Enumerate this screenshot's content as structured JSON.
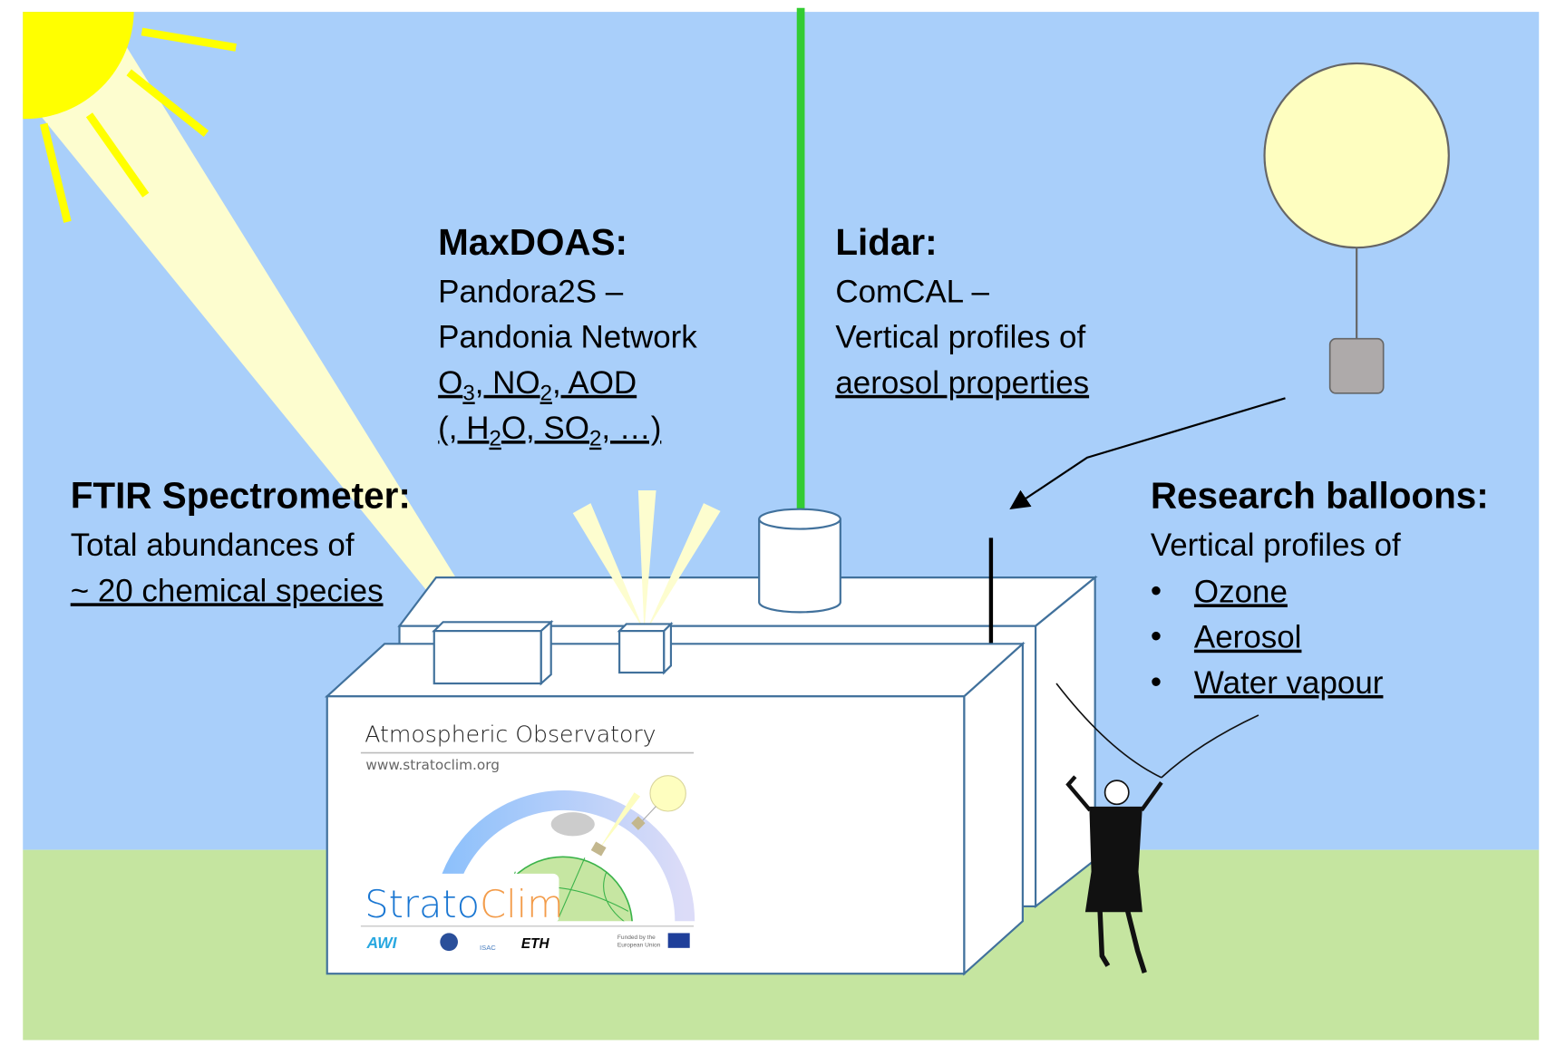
{
  "colors": {
    "sky": "#a9cffa",
    "ground": "#c5e5a0",
    "sun": "#ffff00",
    "beam": "#fdfdcf",
    "lidar": "#33cc33",
    "balloon": "#fefec0",
    "payload": "#aeaaaa",
    "building_edge": "#41719c"
  },
  "ftir": {
    "title": "FTIR Spectrometer:",
    "line1": "Total abundances of",
    "line2": "~ 20 chemical species"
  },
  "maxdoas": {
    "title": "MaxDOAS:",
    "line1": "Pandora2S –",
    "line2": "Pandonia Network",
    "line3": [
      "O",
      "3",
      ", NO",
      "2",
      ", AOD"
    ],
    "line4": [
      "(, H",
      "2",
      "O, SO",
      "2",
      ", …)"
    ]
  },
  "lidar": {
    "title": "Lidar:",
    "line1": "ComCAL –",
    "line2": "Vertical profiles of",
    "line3": "aerosol properties"
  },
  "balloons": {
    "title": "Research balloons:",
    "line1": "Vertical profiles of",
    "items": [
      "Ozone",
      "Aerosol",
      "Water vapour"
    ]
  },
  "logo": {
    "title": "Atmospheric Observatory",
    "url": "www.stratoclim.org",
    "name_part1": "Strato",
    "name_part2": "Clim",
    "partners": [
      "AWI",
      "ISAC",
      "ETH"
    ],
    "funded": "Funded by the",
    "eu": "European Union"
  }
}
